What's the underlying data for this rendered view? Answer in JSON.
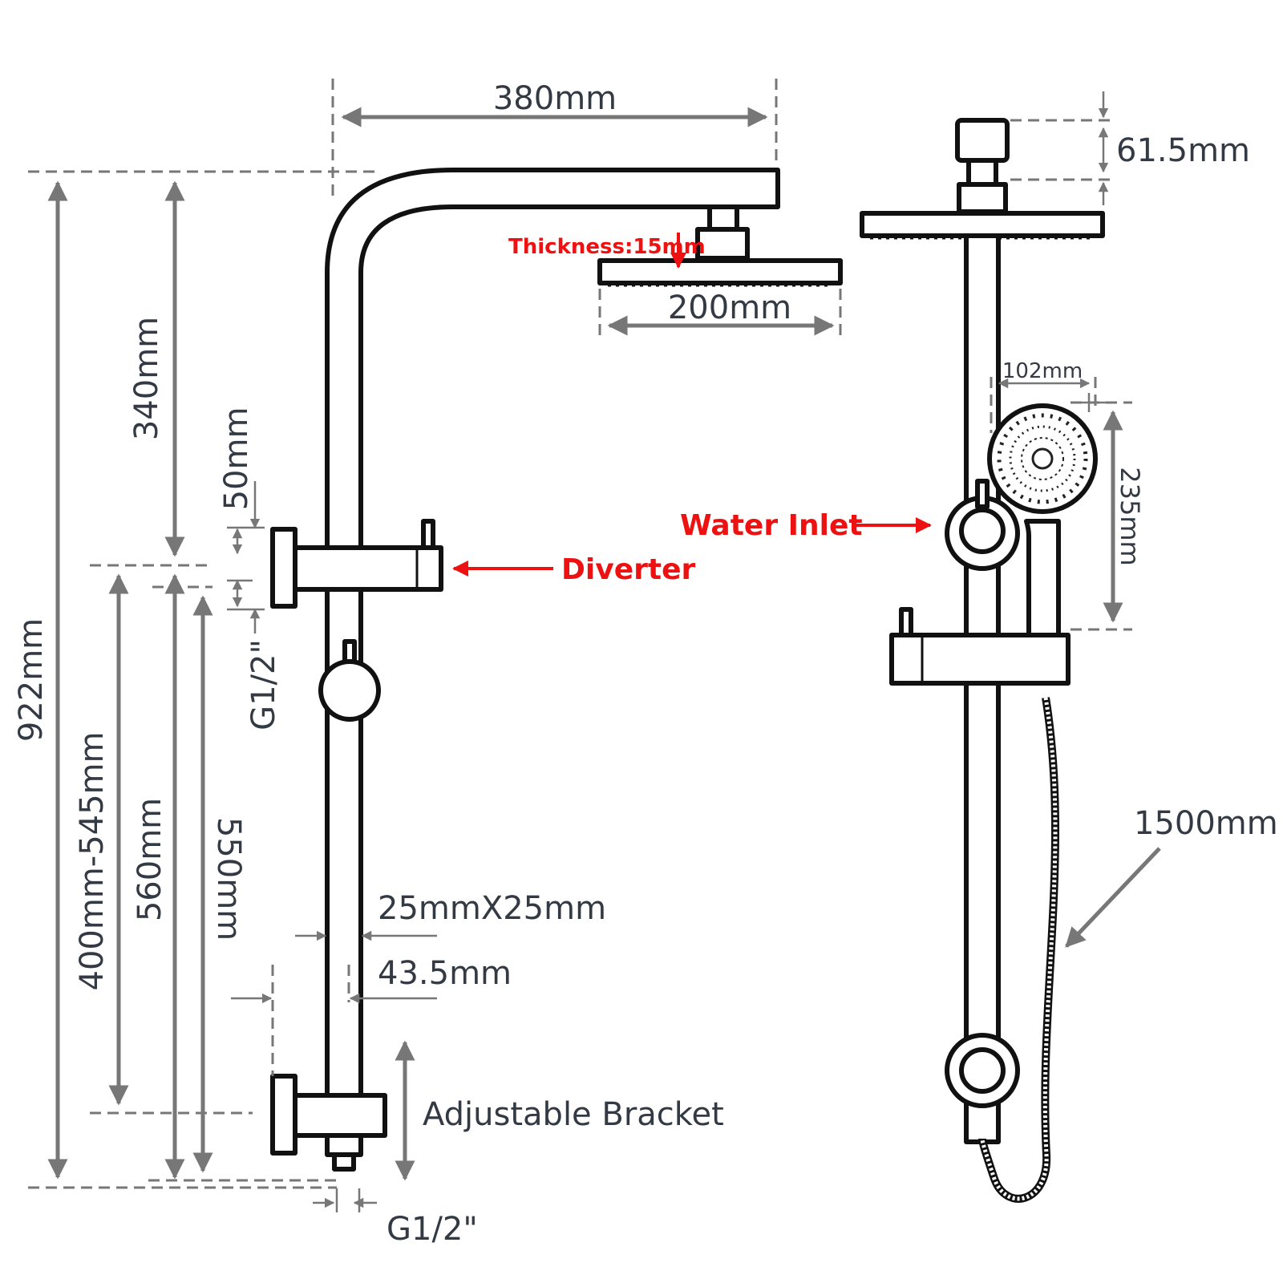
{
  "colors": {
    "outline": "#111111",
    "dimension_line": "#777777",
    "dimension_text": "#333a44",
    "callout": "#ee1111",
    "background": "#ffffff"
  },
  "dimensions": {
    "arm_length": "380mm",
    "head_width": "200mm",
    "head_thickness": "Thickness:15mm",
    "total_height": "922mm",
    "top_to_diverter": "340mm",
    "diverter_height": "50mm",
    "diverter_thread": "G1/2\"",
    "bracket_range": "400mm-545mm",
    "length_560": "560mm",
    "length_550": "550mm",
    "pipe_section": "25mmX25mm",
    "bracket_depth": "43.5mm",
    "bottom_thread": "G1/2\"",
    "connector_height": "61.5mm",
    "handset_width": "102mm",
    "handset_length": "235mm",
    "hose_length": "1500mm"
  },
  "labels": {
    "diverter": "Diverter",
    "water_inlet": "Water Inlet",
    "adjustable_bracket": "Adjustable Bracket"
  }
}
